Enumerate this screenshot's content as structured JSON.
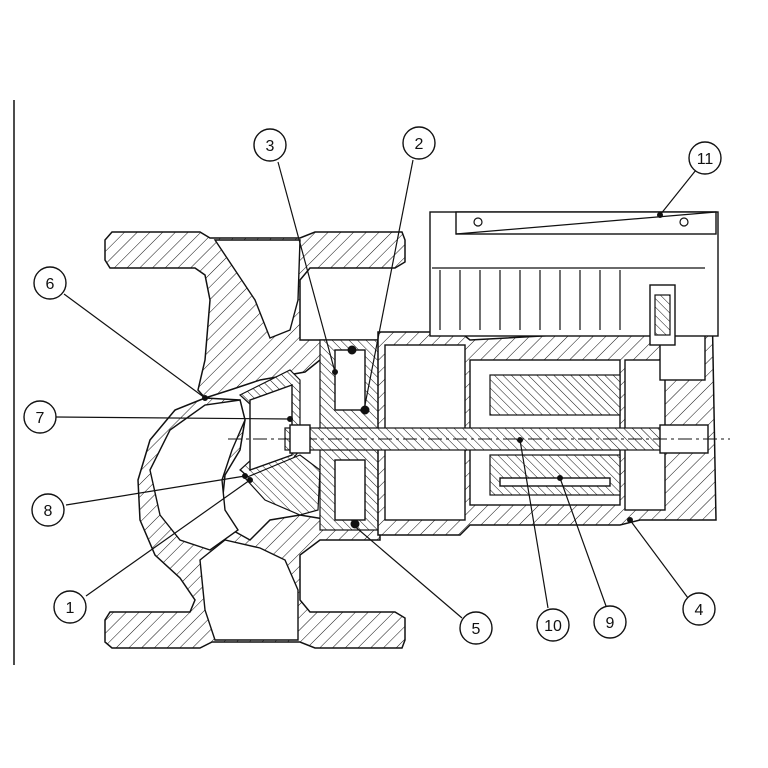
{
  "callouts": [
    {
      "id": "1",
      "label": "1"
    },
    {
      "id": "2",
      "label": "2"
    },
    {
      "id": "3",
      "label": "3"
    },
    {
      "id": "4",
      "label": "4"
    },
    {
      "id": "5",
      "label": "5"
    },
    {
      "id": "6",
      "label": "6"
    },
    {
      "id": "7",
      "label": "7"
    },
    {
      "id": "8",
      "label": "8"
    },
    {
      "id": "9",
      "label": "9"
    },
    {
      "id": "10",
      "label": "10"
    },
    {
      "id": "11",
      "label": "11"
    }
  ],
  "colors": {
    "ink": "#111111",
    "background": "#ffffff"
  }
}
